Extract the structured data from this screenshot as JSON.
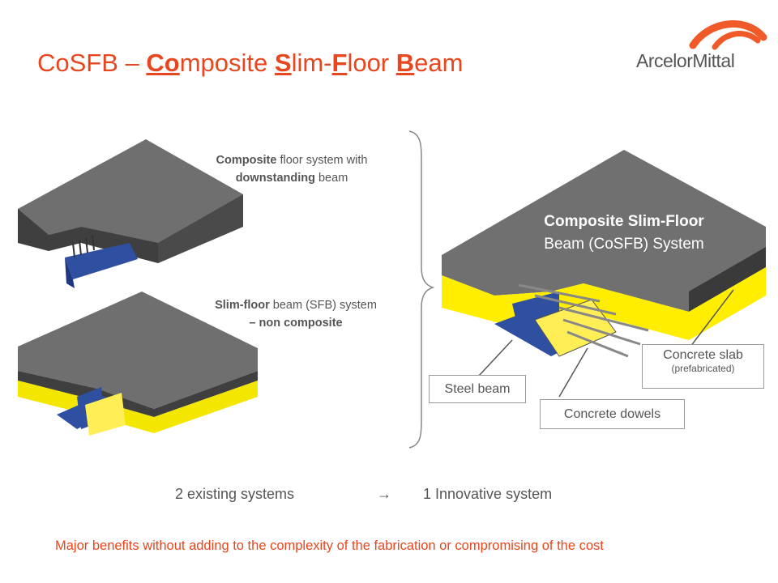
{
  "title": {
    "prefix": "CoSFB – ",
    "w1_b": "Co",
    "w1_r": "mposite ",
    "w2_b": "S",
    "w2_r": "lim-",
    "w3_b": "F",
    "w3_r": "loor ",
    "w4_b": "B",
    "w4_r": "eam"
  },
  "logo": {
    "text": "ArcelorMittal"
  },
  "caption_top": {
    "bold1": "Composite",
    "rest1": " floor system with",
    "bold2": "downstanding",
    "rest2": " beam"
  },
  "caption_mid": {
    "bold1": "Slim-floor",
    "rest1": " beam (SFB) system",
    "line2": "– non composite"
  },
  "caption_right": {
    "bold": "Composite Slim-Floor",
    "line2": "Beam (CoSFB) System"
  },
  "labels": {
    "steel_beam": "Steel beam",
    "concrete_dowels": "Concrete dowels",
    "concrete_slab": "Concrete slab",
    "prefabricated": "(prefabricated)"
  },
  "bottom": {
    "left": "2 existing systems",
    "arrow": "→",
    "right": "1 Innovative system"
  },
  "footer": "Major benefits without adding to the complexity of the fabrication or compromising of the cost",
  "colors": {
    "accent": "#e8461e",
    "slab": "#6b6b6b",
    "yellow": "#ffee00",
    "steel": "#2f4fa0"
  }
}
